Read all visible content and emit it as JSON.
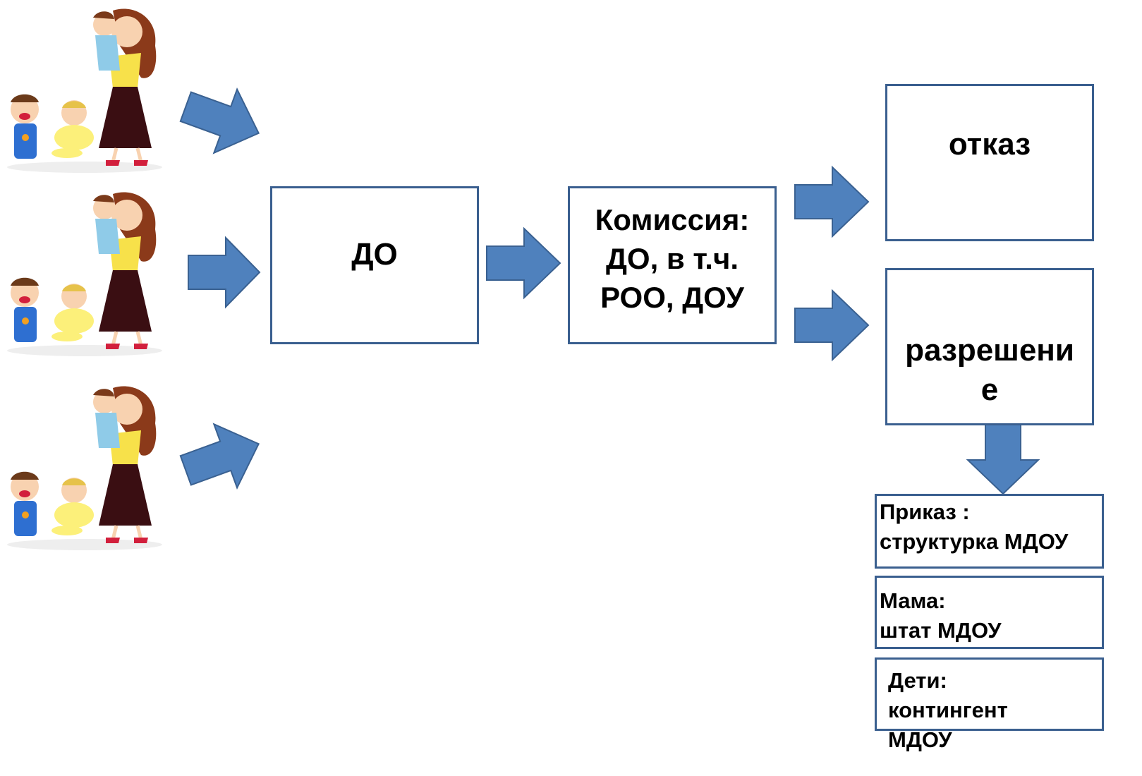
{
  "colors": {
    "box_border": "#3a5f8f",
    "arrow_fill": "#4f81bd",
    "arrow_stroke": "#3a6191"
  },
  "families": [
    {
      "icon": "mother-with-children-illustration"
    },
    {
      "icon": "mother-with-children-illustration"
    },
    {
      "icon": "mother-with-children-illustration"
    }
  ],
  "boxes": {
    "do": "ДО",
    "commission": [
      "Комиссия:",
      "ДО, в т.ч.",
      "РОО, ДОУ"
    ],
    "refusal": "отказ",
    "permission": [
      "разрешени",
      "е"
    ],
    "order": [
      "Приказ :",
      "структурка МДОУ"
    ],
    "mother": [
      "Мама:",
      "штат МДОУ"
    ],
    "children": [
      "Дети:",
      "контингент",
      "МДОУ"
    ]
  }
}
